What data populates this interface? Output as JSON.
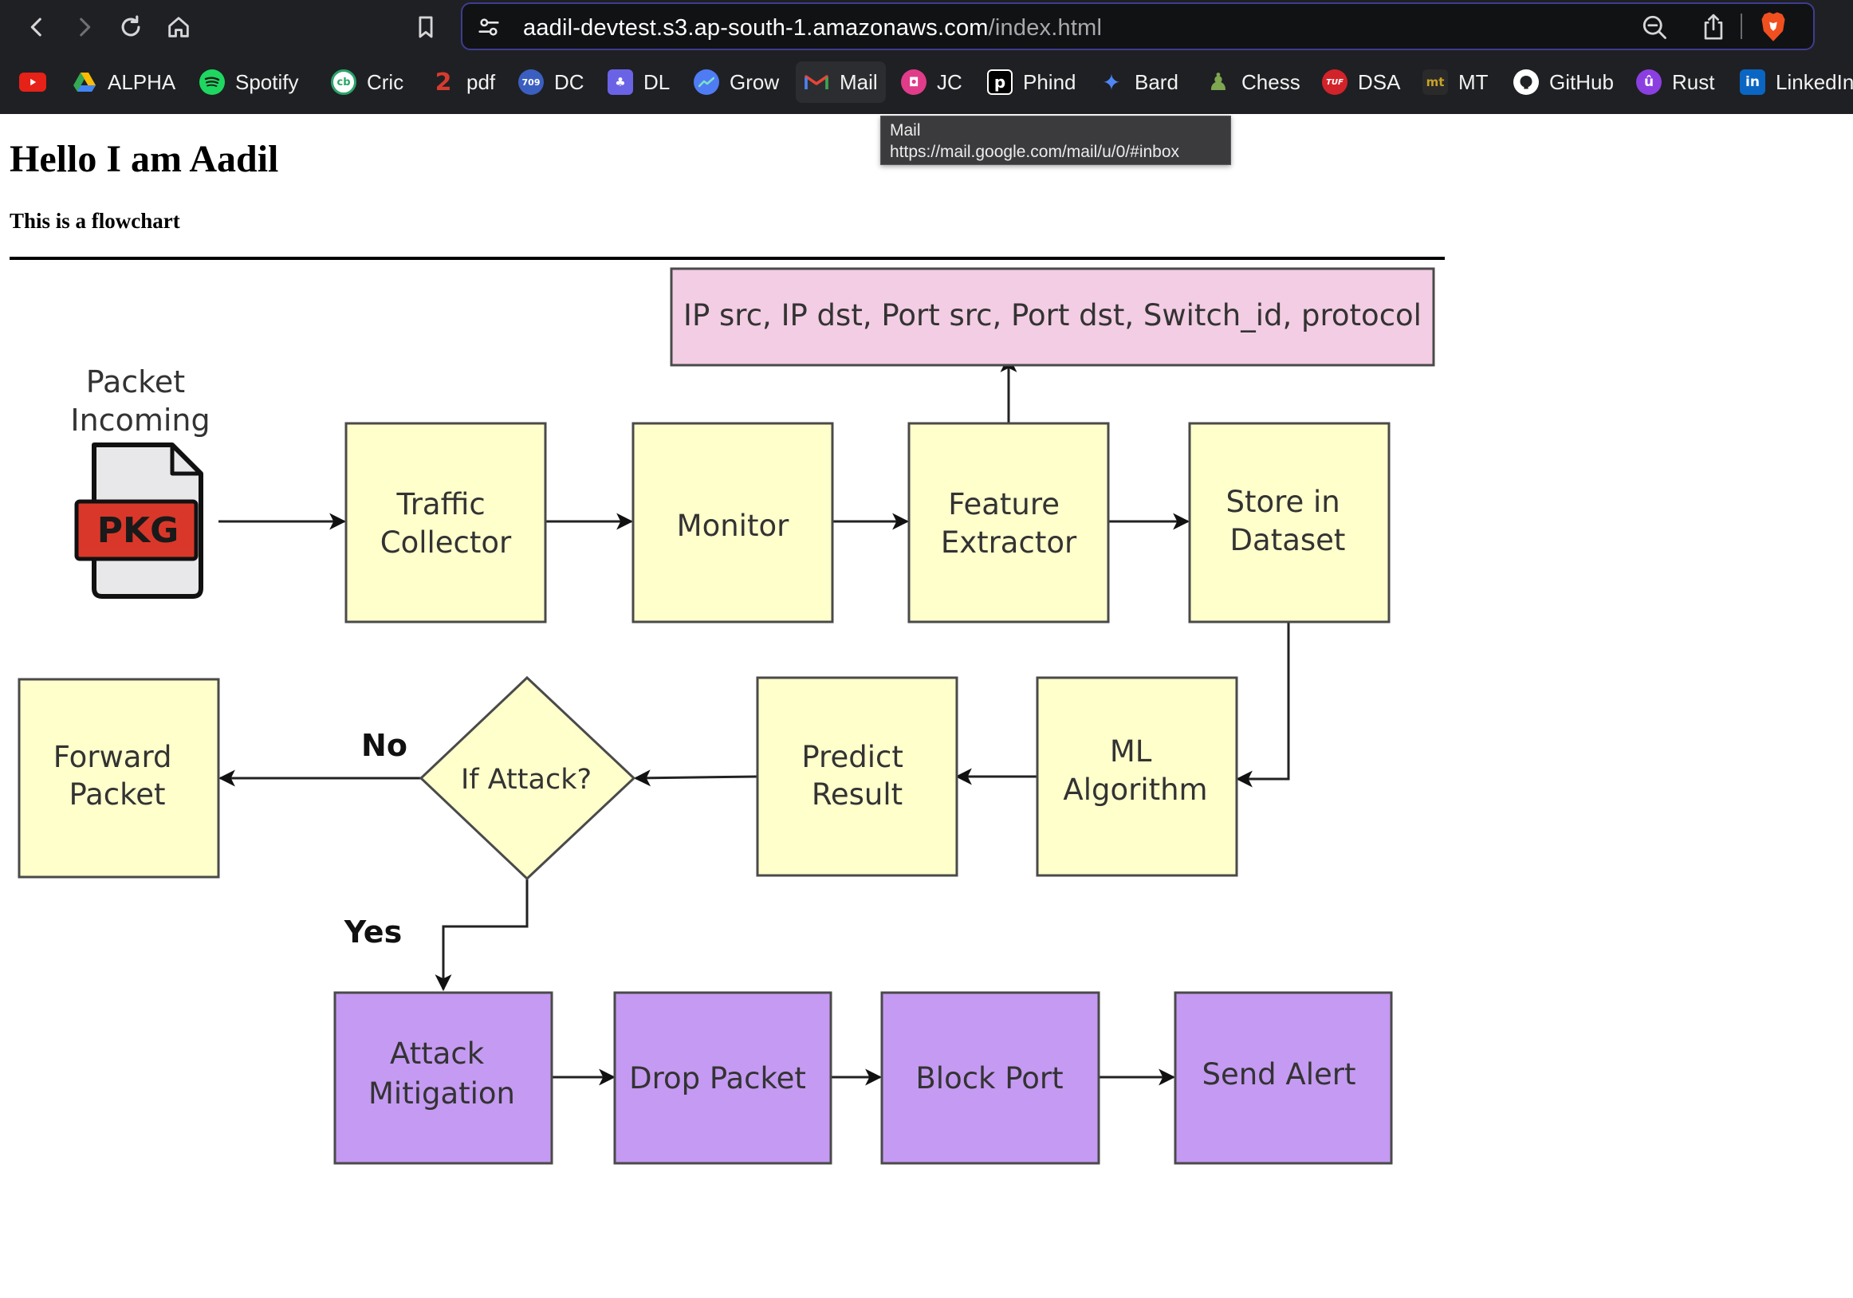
{
  "browser": {
    "url_host": "aadil-devtest.s3.ap-south-1.amazonaws.com",
    "url_path": "/index.html"
  },
  "bookmarks": [
    {
      "label": "",
      "icon": "youtube-icon",
      "color": "#e62117"
    },
    {
      "label": "ALPHA",
      "icon": "drive-icon",
      "color": "#34a853"
    },
    {
      "label": "Spotify",
      "icon": "spotify-icon",
      "color": "#1ed760"
    },
    {
      "label": "Cric",
      "icon": "cricbuzz-icon",
      "color": "#2aa56b"
    },
    {
      "label": "pdf",
      "icon": "pdf-icon",
      "color": "#d63b2f"
    },
    {
      "label": "DC",
      "icon": "dc-icon",
      "color": "#3b5fc0"
    },
    {
      "label": "DL",
      "icon": "dl-icon",
      "color": "#6b63e6"
    },
    {
      "label": "Grow",
      "icon": "groww-icon",
      "color": "#4f7cf5"
    },
    {
      "label": "Mail",
      "icon": "gmail-icon",
      "color": "#ea4335"
    },
    {
      "label": "JC",
      "icon": "jc-icon",
      "color": "#e03c8a"
    },
    {
      "label": "Phind",
      "icon": "phind-icon",
      "color": "#000000"
    },
    {
      "label": "Bard",
      "icon": "bard-icon",
      "color": "#4f86f7"
    },
    {
      "label": "Chess",
      "icon": "chess-icon",
      "color": "#7fa650"
    },
    {
      "label": "DSA",
      "icon": "tuf-icon",
      "color": "#d2232a"
    },
    {
      "label": "MT",
      "icon": "mt-icon",
      "color": "#c9a227"
    },
    {
      "label": "GitHub",
      "icon": "github-icon",
      "color": "#ffffff"
    },
    {
      "label": "Rust",
      "icon": "rust-icon",
      "color": "#8b3fe0"
    },
    {
      "label": "LinkedIn",
      "icon": "linkedin-icon",
      "color": "#0a66c2"
    }
  ],
  "tooltip": {
    "title": "Mail",
    "url": "https://mail.google.com/mail/u/0/#inbox"
  },
  "page": {
    "heading": "Hello I am Aadil",
    "subheading": "This is a flowchart"
  },
  "flowchart": {
    "fields_box": "IP src, IP dst, Port src, Port dst, Switch_id, protocol",
    "packet_label": [
      "Packet",
      "Incoming"
    ],
    "packet_icon_text": "PKG",
    "traffic_collector": [
      "Traffic",
      "Collector"
    ],
    "monitor": [
      "Monitor"
    ],
    "feature_extractor": [
      "Feature",
      "Extractor"
    ],
    "store_dataset": [
      "Store in",
      "Dataset"
    ],
    "ml_algorithm": [
      "ML",
      "Algorithm"
    ],
    "predict_result": [
      "Predict",
      "Result"
    ],
    "if_attack": "If Attack?",
    "no_label": "No",
    "yes_label": "Yes",
    "forward_packet": [
      "Forward",
      "Packet"
    ],
    "attack_mitigation": [
      "Attack",
      "Mitigation"
    ],
    "drop_packet": [
      "Drop Packet"
    ],
    "block_port": [
      "Block Port"
    ],
    "send_alert": [
      "Send Alert"
    ],
    "colors": {
      "yellow_box": "#ffffcc",
      "pink_box": "#f3cde3",
      "purple_box": "#c59af2",
      "stroke": "#4a4a4a"
    }
  }
}
